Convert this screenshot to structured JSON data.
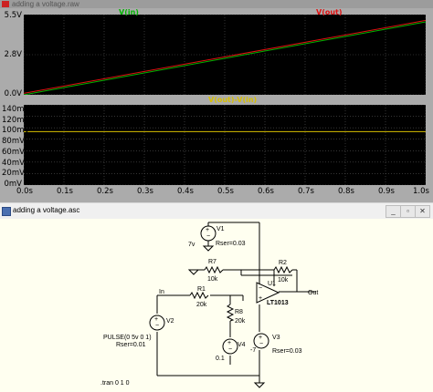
{
  "waveform": {
    "window_title": "adding a voltage.raw",
    "top_pane": {
      "trace_labels": {
        "vin": "V(in)",
        "vout": "V(out)"
      },
      "y_ticks": [
        "5.5V",
        "2.8V",
        "0.0V"
      ]
    },
    "bottom_pane": {
      "trace_label": "V(out)-V(in)",
      "y_ticks": [
        "140mV",
        "120mV",
        "100mV",
        "80mV",
        "60mV",
        "40mV",
        "20mV",
        "0mV"
      ]
    },
    "x_ticks": [
      "0.0s",
      "0.1s",
      "0.2s",
      "0.3s",
      "0.4s",
      "0.5s",
      "0.6s",
      "0.7s",
      "0.8s",
      "0.9s",
      "1.0s"
    ],
    "colors": {
      "vin": "#00b400",
      "vout": "#e01010",
      "diff": "#d8c000",
      "grid": "#555555",
      "plot_bg": "#000000"
    }
  },
  "chart_data": [
    {
      "type": "line",
      "x": [
        0.0,
        1.0
      ],
      "xlim": [
        0.0,
        1.0
      ],
      "ylim": [
        0.0,
        5.5
      ],
      "series": [
        {
          "name": "V(in)",
          "values": [
            0.0,
            5.0
          ]
        },
        {
          "name": "V(out)",
          "values": [
            0.1,
            5.1
          ]
        }
      ],
      "grid": true,
      "legend_placement": "top"
    },
    {
      "type": "line",
      "x": [
        0.0,
        1.0
      ],
      "xlim": [
        0.0,
        1.0
      ],
      "ylim": [
        0.0,
        150.0
      ],
      "series": [
        {
          "name": "V(out)-V(in)",
          "values": [
            100.0,
            100.0
          ]
        }
      ],
      "grid": true,
      "legend_placement": "top"
    }
  ],
  "schematic": {
    "window_title": "adding a voltage.asc",
    "window_buttons": [
      "_",
      "▫",
      "✕"
    ],
    "components": {
      "v1": {
        "name": "V1",
        "value": "7v",
        "param": "Rser=0.03"
      },
      "r7": {
        "name": "R7",
        "value": "10k"
      },
      "r2": {
        "name": "R2",
        "value": "10k"
      },
      "r1": {
        "name": "R1",
        "value": "20k"
      },
      "r8": {
        "name": "R8",
        "value": "20k"
      },
      "u1": {
        "name": "U1",
        "value": "LT1013"
      },
      "v2": {
        "name": "V2",
        "value": "PULSE(0 5v 0 1)",
        "param": "Rser=0.01"
      },
      "v3": {
        "name": "V3",
        "value": "-7",
        "param": "Rser=0.03"
      },
      "v4": {
        "name": "V4",
        "value": "0.1"
      }
    },
    "net_labels": {
      "in": "In",
      "out": "Out"
    },
    "directive": ".tran 0 1 0"
  }
}
